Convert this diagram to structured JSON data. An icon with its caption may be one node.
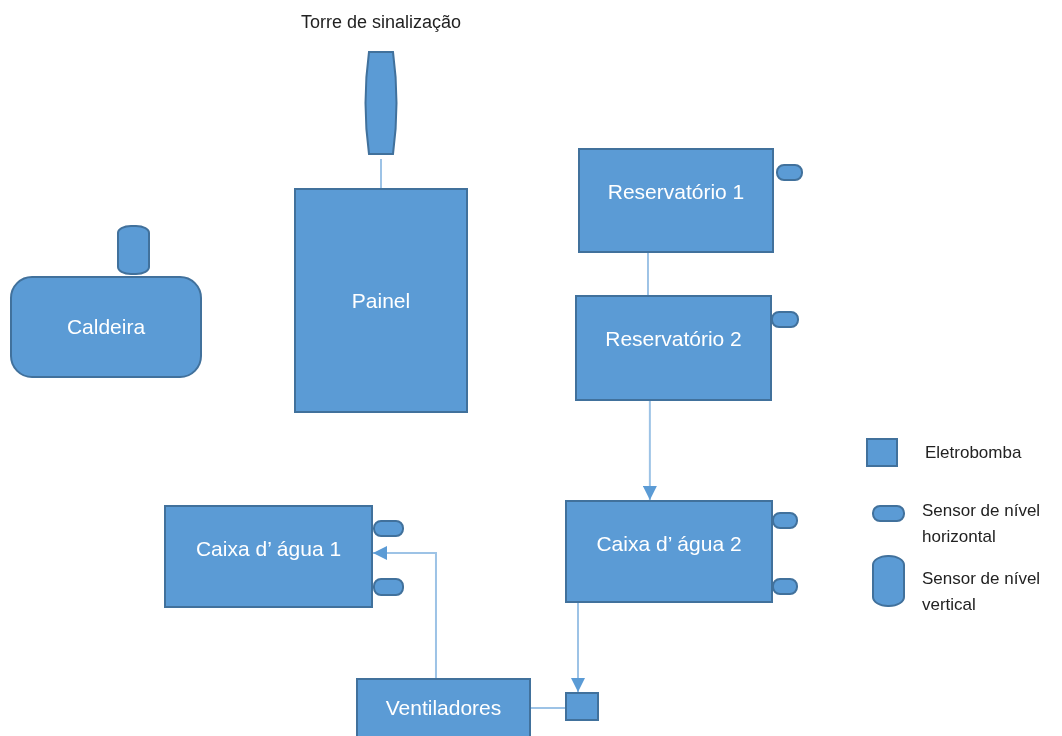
{
  "diagram": {
    "nodes": [
      {
        "text": [
          "Torre de sinalização"
        ]
      },
      {
        "text": [
          "Painel"
        ]
      },
      {
        "text": [
          "Reservatório 1"
        ]
      },
      {
        "text": [
          "Caldeira"
        ]
      },
      {
        "text": [
          "Reservatório 2"
        ]
      },
      {
        "text": [
          "Caixa d’ água 1"
        ]
      },
      {
        "text": [
          "Caixa d’ água 2"
        ]
      },
      {
        "text": [
          "Ventiladores"
        ]
      },
      {
        "text": [],
        "shape": "box"
      }
    ],
    "edges": [
      {
        "from": 0,
        "to": 1,
        "arrow": "none"
      },
      {
        "from": 2,
        "to": 4,
        "arrow": "none"
      },
      {
        "from": 4,
        "to": 6,
        "arrow": "to"
      },
      {
        "from": 6,
        "to": 8,
        "arrow": "to"
      },
      {
        "from": 8,
        "to": 7,
        "arrow": "none"
      },
      {
        "from": 7,
        "to": 5,
        "arrow": "to"
      }
    ],
    "legend": [
      {
        "text": "Eletrobomba",
        "color": "#5b9bd5"
      },
      {
        "text": "Sensor de nível horizontal"
      },
      {
        "text": "Sensor de nível vertical"
      }
    ]
  }
}
